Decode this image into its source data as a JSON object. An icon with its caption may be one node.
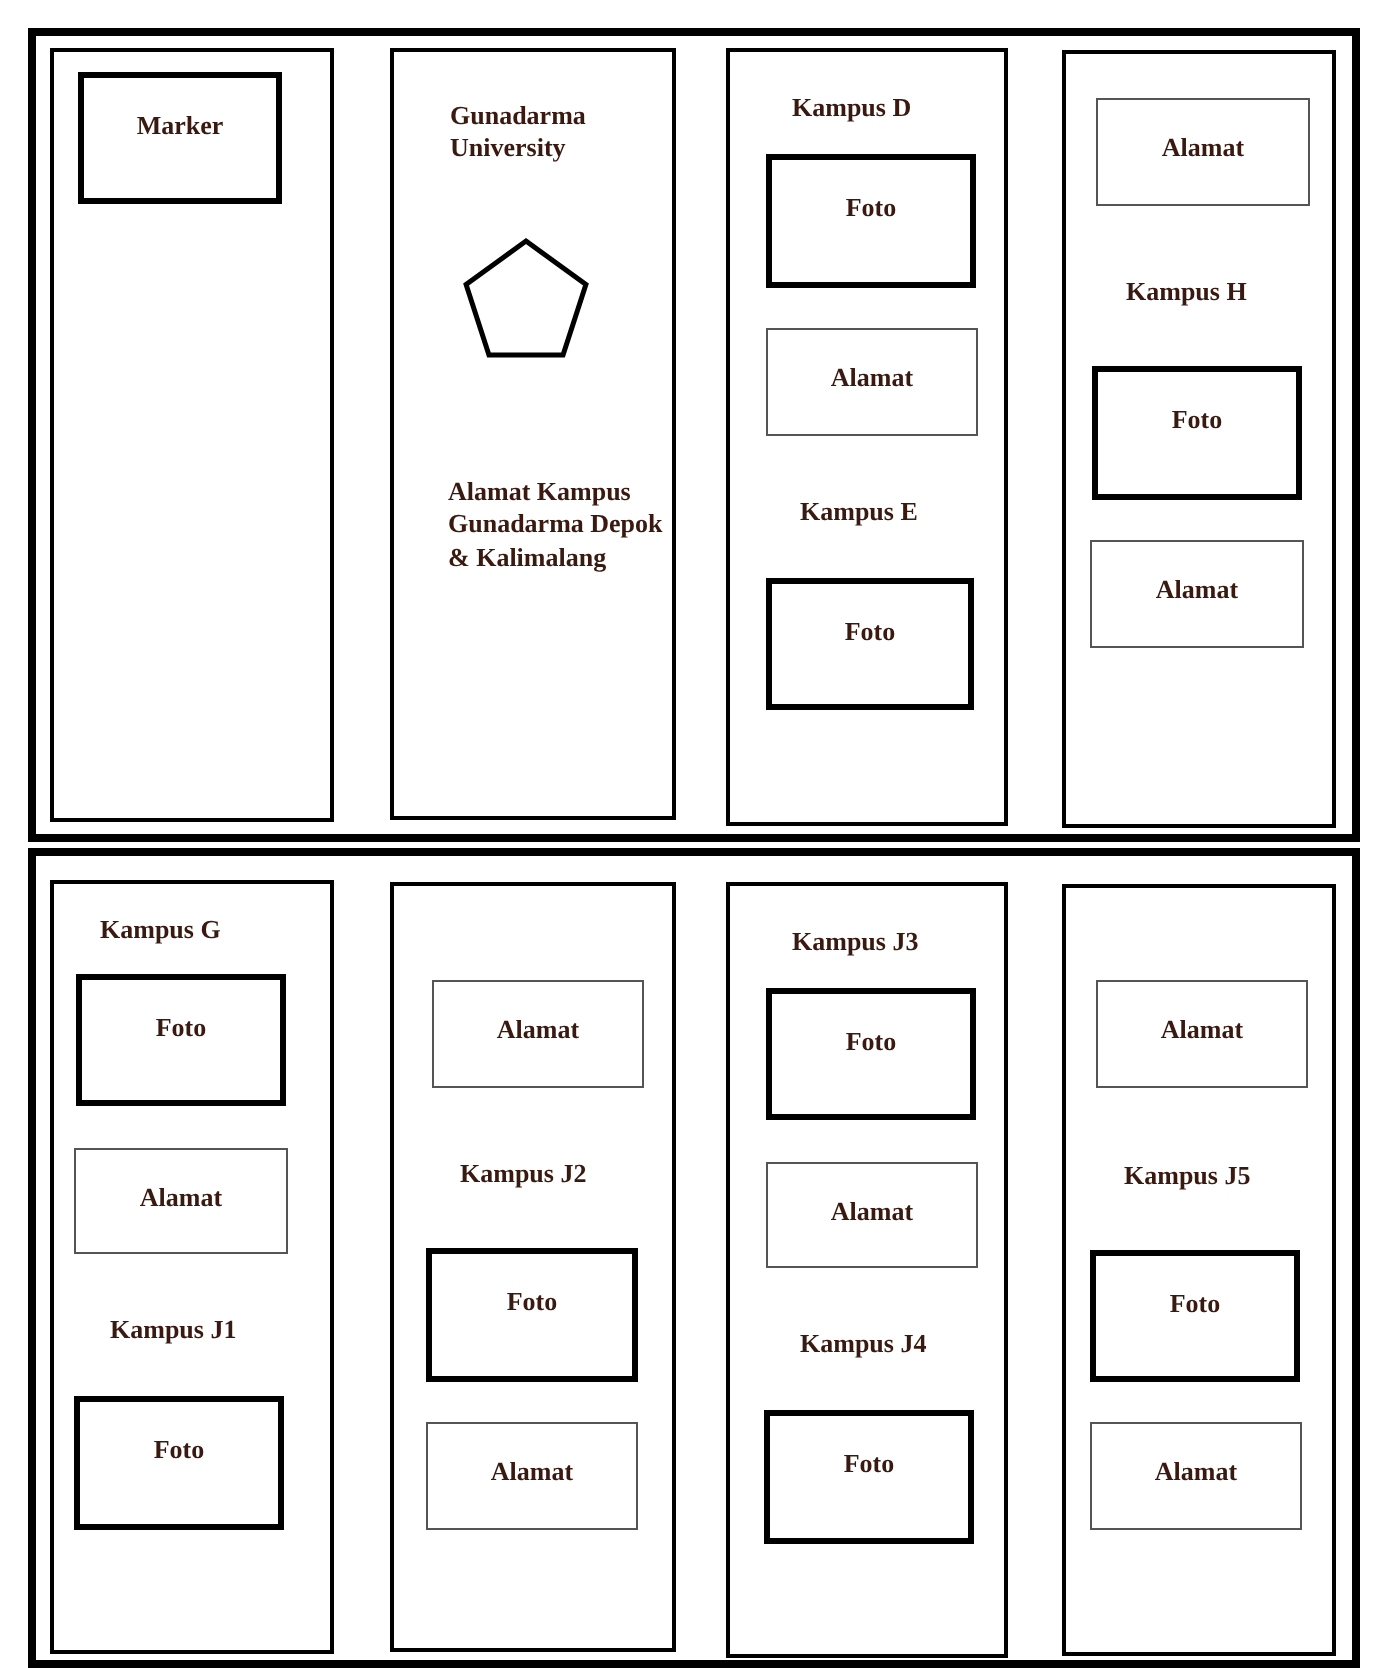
{
  "diagram": {
    "nodes": [
      {
        "text": [],
        "shape": "box"
      },
      {
        "text": [],
        "shape": "box",
        "in": 0
      },
      {
        "text": [
          "Marker"
        ],
        "in": 1
      },
      {
        "text": [],
        "shape": "box",
        "in": 0
      },
      {
        "text": [],
        "shape": "pentagon",
        "in": 3
      },
      {
        "text": [],
        "shape": "box",
        "in": 0
      },
      {
        "text": [
          "Foto"
        ],
        "in": 5
      },
      {
        "text": [
          "Alamat"
        ],
        "in": 5
      },
      {
        "text": [
          "Foto"
        ],
        "in": 5
      },
      {
        "text": [],
        "shape": "box",
        "in": 0
      },
      {
        "text": [
          "Alamat"
        ],
        "in": 9
      },
      {
        "text": [
          "Foto"
        ],
        "in": 9
      },
      {
        "text": [
          "Alamat"
        ],
        "in": 9
      },
      {
        "text": [],
        "shape": "box"
      },
      {
        "text": [],
        "shape": "box",
        "in": 13
      },
      {
        "text": [
          "Foto"
        ],
        "in": 14
      },
      {
        "text": [
          "Alamat"
        ],
        "in": 14
      },
      {
        "text": [
          "Foto"
        ],
        "in": 14
      },
      {
        "text": [],
        "shape": "box",
        "in": 13
      },
      {
        "text": [
          "Alamat"
        ],
        "in": 18
      },
      {
        "text": [
          "Foto"
        ],
        "in": 18
      },
      {
        "text": [
          "Alamat"
        ],
        "in": 18
      },
      {
        "text": [],
        "shape": "box",
        "in": 13
      },
      {
        "text": [
          "Foto"
        ],
        "in": 22
      },
      {
        "text": [
          "Alamat"
        ],
        "in": 22
      },
      {
        "text": [
          "Foto"
        ],
        "in": 22
      },
      {
        "text": [],
        "shape": "box",
        "in": 13
      },
      {
        "text": [
          "Alamat"
        ],
        "in": 26
      },
      {
        "text": [
          "Foto"
        ],
        "in": 26
      },
      {
        "text": [
          "Alamat"
        ],
        "in": 26
      }
    ],
    "labels": [
      "Gunadarma University",
      "Kampus D",
      "Alamat Kampus Gunadarma Depok & Kalimalang",
      "Kampus E",
      "Kampus H",
      "Kampus G",
      "Kampus J3",
      "Kampus J2",
      "Kampus J5",
      "Kampus J1",
      "Kampus J4"
    ]
  }
}
